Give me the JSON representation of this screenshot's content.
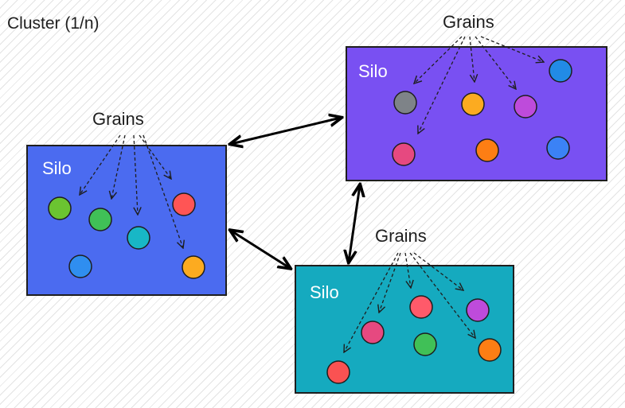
{
  "cluster": {
    "title": "Cluster (1/n)"
  },
  "silos": [
    {
      "label": "Silo",
      "grains_label": "Grains",
      "fill": "#4b6bf0",
      "grains": [
        {
          "color": "#6bc431"
        },
        {
          "color": "#40c057"
        },
        {
          "color": "#18b7c6"
        },
        {
          "color": "#ff5555"
        },
        {
          "color": "#2f8ef0"
        },
        {
          "color": "#fcab20"
        }
      ]
    },
    {
      "label": "Silo",
      "grains_label": "Grains",
      "fill": "#7950f2",
      "grains": [
        {
          "color": "#7e8388"
        },
        {
          "color": "#fcab20"
        },
        {
          "color": "#be4bdb"
        },
        {
          "color": "#228be6"
        },
        {
          "color": "#e64980"
        },
        {
          "color": "#fd7e14"
        },
        {
          "color": "#3b82f6"
        }
      ]
    },
    {
      "label": "Silo",
      "grains_label": "Grains",
      "fill": "#15aabf",
      "grains": [
        {
          "color": "#ff5a6a"
        },
        {
          "color": "#be4bdb"
        },
        {
          "color": "#e64980"
        },
        {
          "color": "#40c057"
        },
        {
          "color": "#fd7e14"
        },
        {
          "color": "#fa5252"
        }
      ]
    }
  ]
}
